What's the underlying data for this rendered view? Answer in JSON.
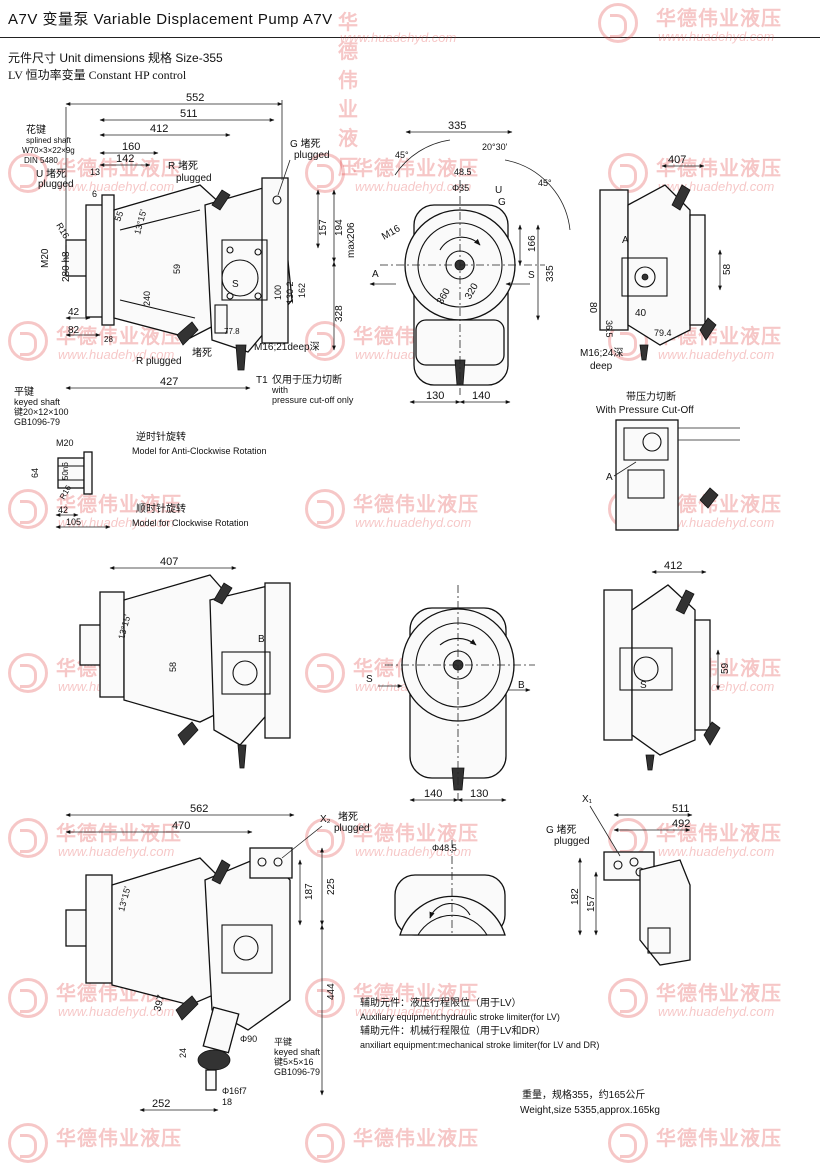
{
  "header": {
    "title": "A7V 变量泵 Variable Displacement Pump A7V",
    "sub1": "元件尺寸 Unit dimensions 规格 Size-355",
    "sub2": "LV 恒功率变量 Constant HP control"
  },
  "watermark": {
    "cn": "华德伟业液压",
    "url": "www.huadehyd.com"
  },
  "colors": {
    "watermark": "#e23b3b",
    "line": "#111111"
  },
  "view1": {
    "d552": "552",
    "d511": "511",
    "d412": "412",
    "d160": "160",
    "d142": "142",
    "d13": "13",
    "d6": "6",
    "d42": "42",
    "d82": "82",
    "d28": "28",
    "d427": "427",
    "d240": "240",
    "d59": "59",
    "d55": "55",
    "d100": "100",
    "d1302": "130 2",
    "d162": "162",
    "d157": "157",
    "d194": "194",
    "dmax206": "max206",
    "d328": "328",
    "d778": "77.8",
    "angle": "13°15'",
    "d280": "280 h8",
    "m20": "M20",
    "r16": "R16",
    "s": "S",
    "spline_cn": "花键",
    "spline_en": "splined shaft",
    "spline_spec": "W70×3×22×9g",
    "spline_din": "DIN 5480",
    "u_cn": "U 堵死",
    "u_en": "plugged",
    "r_top_cn": "R 堵死",
    "r_top_en": "plugged",
    "g_cn": "G 堵死",
    "g_en": "plugged",
    "r_bot_en": "R plugged",
    "r_bot_cn": "堵死",
    "m16": "M16;21deep深",
    "t1_cn": "仅用于压力切断",
    "t1": "T1",
    "t1_with": "with",
    "t1_en": "pressure cut-off only"
  },
  "view2": {
    "d335": "335",
    "d485": "48.5",
    "d2030": "20°30'",
    "d45a": "45°",
    "d45b": "45°",
    "d35": "Φ35",
    "u": "U",
    "g": "G",
    "m16": "M16",
    "d166": "166",
    "d335v": "335",
    "d360": "360",
    "d320": "320",
    "a": "A",
    "s": "S",
    "d130": "130",
    "d140": "140"
  },
  "view3": {
    "d407": "407",
    "a": "A",
    "d58": "58",
    "d80": "80",
    "d40": "40",
    "d365": "36.5",
    "d794": "79.4",
    "m16_cn": "M16;24深",
    "m16_en": "deep"
  },
  "cutoff": {
    "cn": "带压力切断",
    "en": "With Pressure Cut-Off",
    "a": "A"
  },
  "keyed": {
    "cn": "平键",
    "en": "keyed shaft",
    "spec": "键20×12×100",
    "gb": "GB1096-79",
    "m20": "M20",
    "d50": "50n6",
    "d64": "64",
    "r16": "R16",
    "d42": "42",
    "d105": "105"
  },
  "rotation": {
    "anti_cn": "逆时针旋转",
    "anti_en": "Model for Anti-Clockwise Rotation",
    "cw_cn": "顺时针旋转",
    "cw_en": "Model for Clockwise Rotation"
  },
  "view4": {
    "d407": "407",
    "angle": "13°15'",
    "b": "B",
    "d58": "58"
  },
  "view5": {
    "s": "S",
    "b": "B",
    "d140": "140",
    "d130": "130"
  },
  "view6": {
    "d412": "412",
    "d59": "59",
    "s": "S"
  },
  "view7": {
    "d562": "562",
    "d470": "470",
    "x2": "X₂",
    "x2_cn": "堵死",
    "x2_en": "plugged",
    "d187": "187",
    "d225": "225",
    "d444": "444",
    "angle": "13°15'",
    "d397": "397",
    "d24": "24",
    "d90": "Φ90",
    "key_cn": "平键",
    "key_en": "keyed shaft",
    "key_spec": "键5×5×16",
    "key_gb": "GB1096-79",
    "d16": "Φ16f7",
    "d18": "18",
    "d252": "252"
  },
  "view8": {
    "d485": "Φ48.5"
  },
  "view9": {
    "x1": "X₁",
    "d511": "511",
    "d492": "492",
    "g_cn": "G 堵死",
    "g_en": "plugged",
    "d182": "182",
    "d157": "157"
  },
  "notes": {
    "aux1_cn": "辅助元件：液压行程限位（用于LV）",
    "aux1_en": "Auxiliary equipment:hydraulic stroke limiter(for LV)",
    "aux2_cn": "辅助元件：机械行程限位（用于LV和DR）",
    "aux2_en": "anxiliart equipment:mechanical stroke limiter(for LV and DR)",
    "weight_cn": "重量，规格355，约165公斤",
    "weight_en": "Weight,size 5355,approx.165kg"
  }
}
